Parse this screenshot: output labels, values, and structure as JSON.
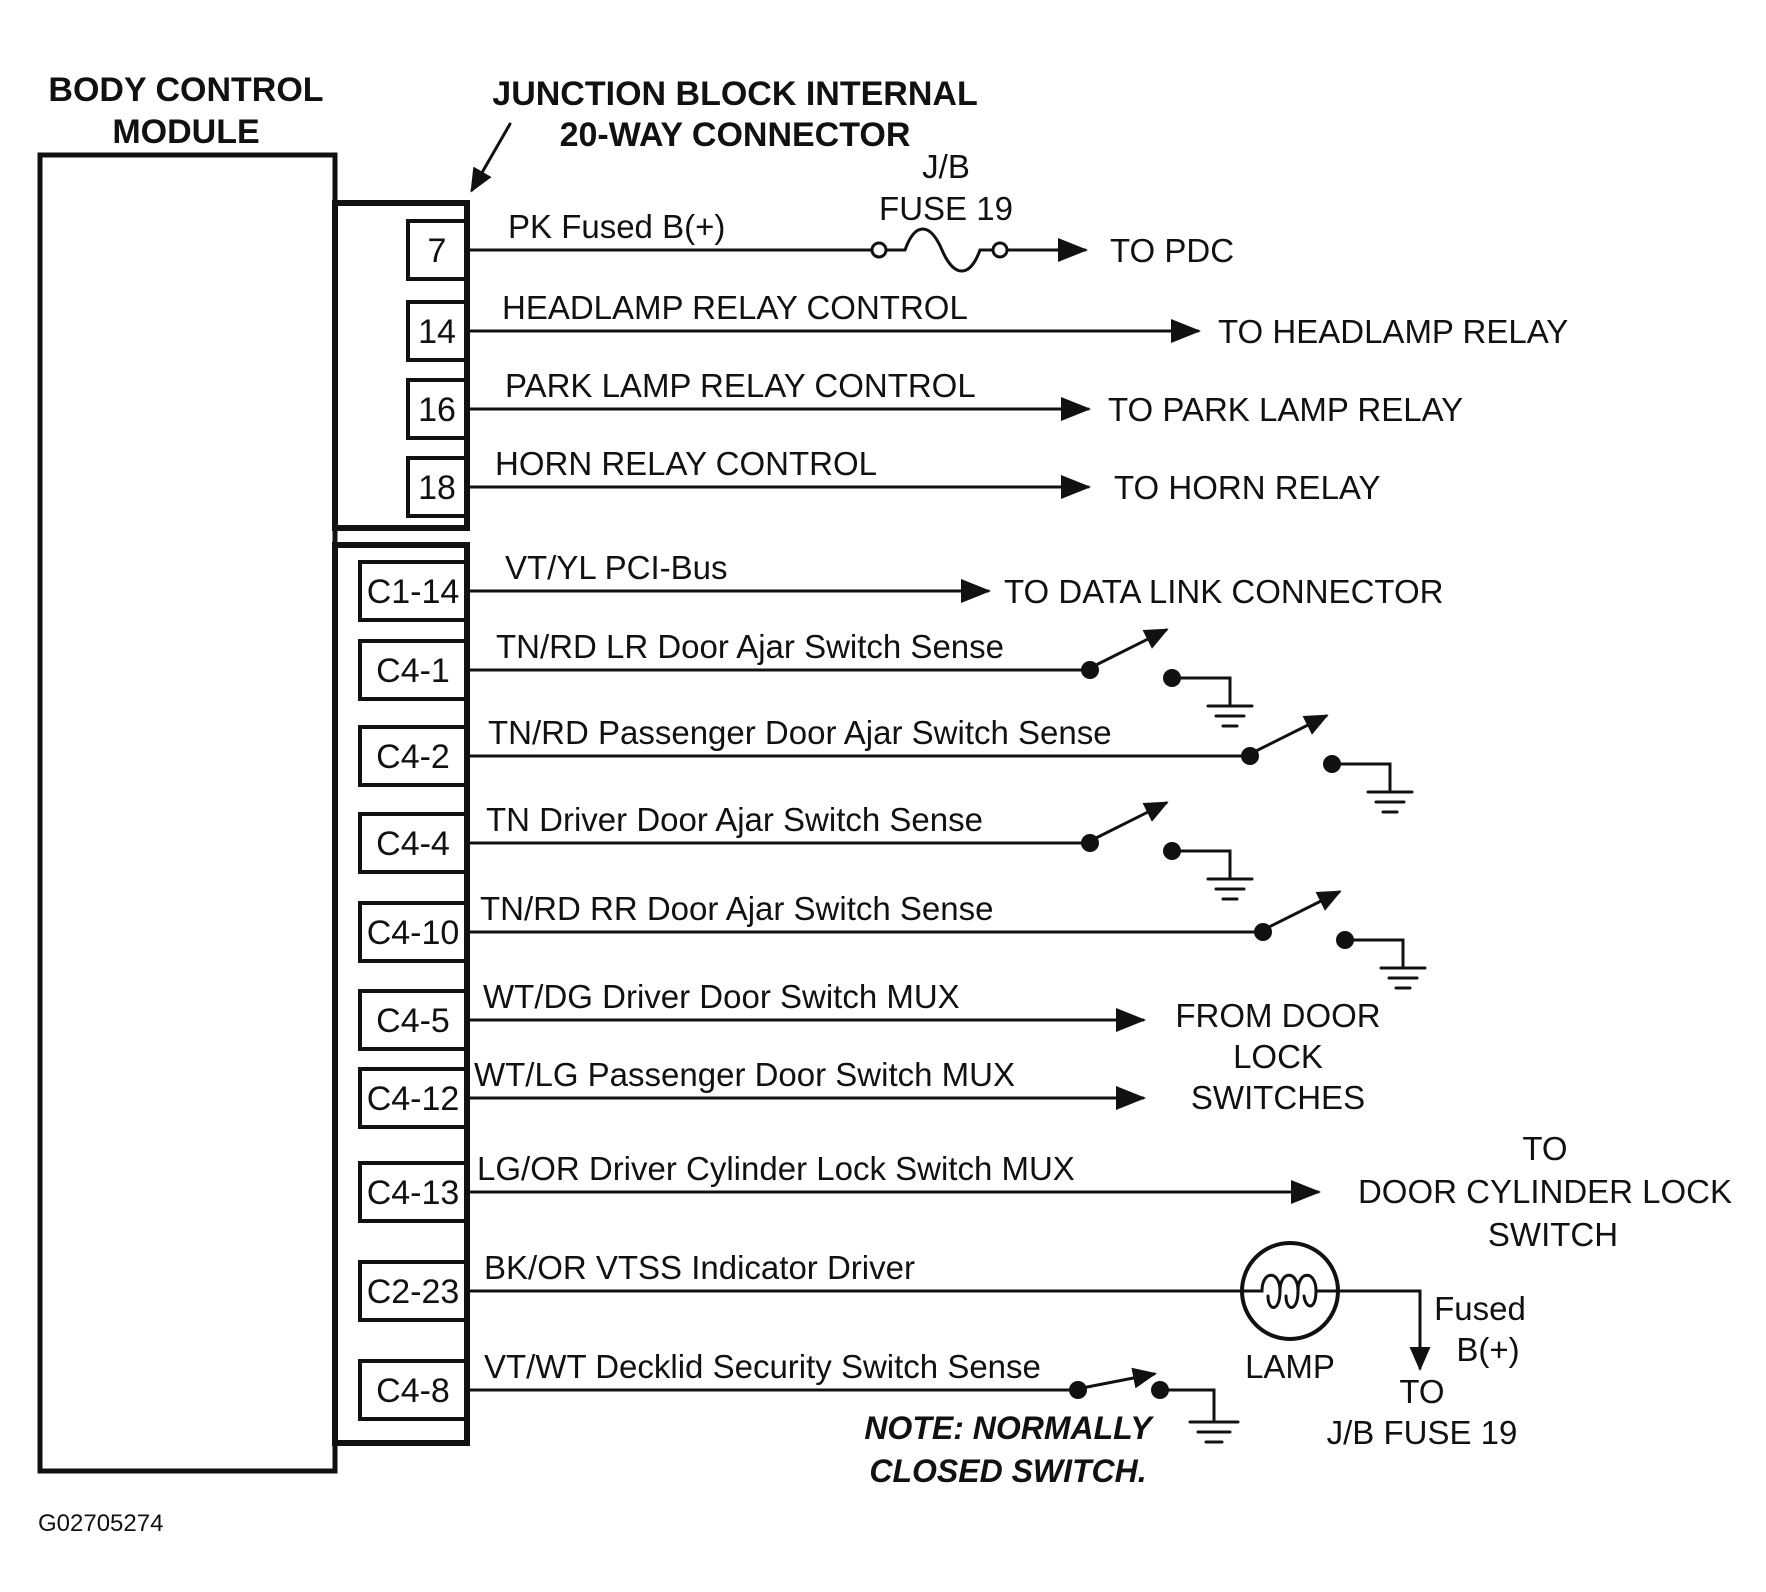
{
  "labels": {
    "bcm": [
      "BODY CONTROL",
      "MODULE"
    ],
    "junction": [
      "JUNCTION BLOCK INTERNAL",
      "20-WAY CONNECTOR"
    ],
    "fuse": [
      "J/B",
      "FUSE 19"
    ],
    "lamp": "LAMP",
    "note": [
      "NOTE:  NORMALLY",
      "CLOSED SWITCH."
    ],
    "code": "G02705274"
  },
  "circuits": [
    {
      "pin": "7",
      "wire": "PK Fused B(+)",
      "dest": "TO PDC"
    },
    {
      "pin": "14",
      "wire": "HEADLAMP  RELAY CONTROL",
      "dest": "TO HEADLAMP RELAY"
    },
    {
      "pin": "16",
      "wire": "PARK LAMP RELAY CONTROL",
      "dest": "TO PARK LAMP RELAY"
    },
    {
      "pin": "18",
      "wire": "HORN RELAY CONTROL",
      "dest": "TO HORN RELAY"
    },
    {
      "pin": "C1-14",
      "wire": "VT/YL PCI-Bus",
      "dest": "TO DATA LINK CONNECTOR"
    },
    {
      "pin": "C4-1",
      "wire": "TN/RD LR Door Ajar Switch Sense"
    },
    {
      "pin": "C4-2",
      "wire": "TN/RD Passenger Door Ajar Switch Sense"
    },
    {
      "pin": "C4-4",
      "wire": "TN Driver Door Ajar Switch Sense"
    },
    {
      "pin": "C4-10",
      "wire": "TN/RD RR Door Ajar Switch Sense"
    },
    {
      "pin": "C4-5",
      "wire": "WT/DG Driver Door Switch MUX"
    },
    {
      "pin": "C4-12",
      "wire": "WT/LG Passenger Door Switch MUX"
    },
    {
      "pin": "C4-13",
      "wire": "LG/OR Driver Cylinder Lock Switch MUX"
    },
    {
      "pin": "C2-23",
      "wire": "BK/OR VTSS Indicator Driver"
    },
    {
      "pin": "C4-8",
      "wire": "VT/WT Decklid Security Switch Sense"
    }
  ],
  "destinations": {
    "door_lock": [
      "FROM DOOR",
      "LOCK",
      "SWITCHES"
    ],
    "cylinder": [
      "TO",
      "DOOR CYLINDER LOCK",
      "SWITCH"
    ],
    "lamp_feed": [
      "Fused",
      "B(+)"
    ],
    "lamp_to": [
      "TO",
      "J/B FUSE 19"
    ]
  }
}
